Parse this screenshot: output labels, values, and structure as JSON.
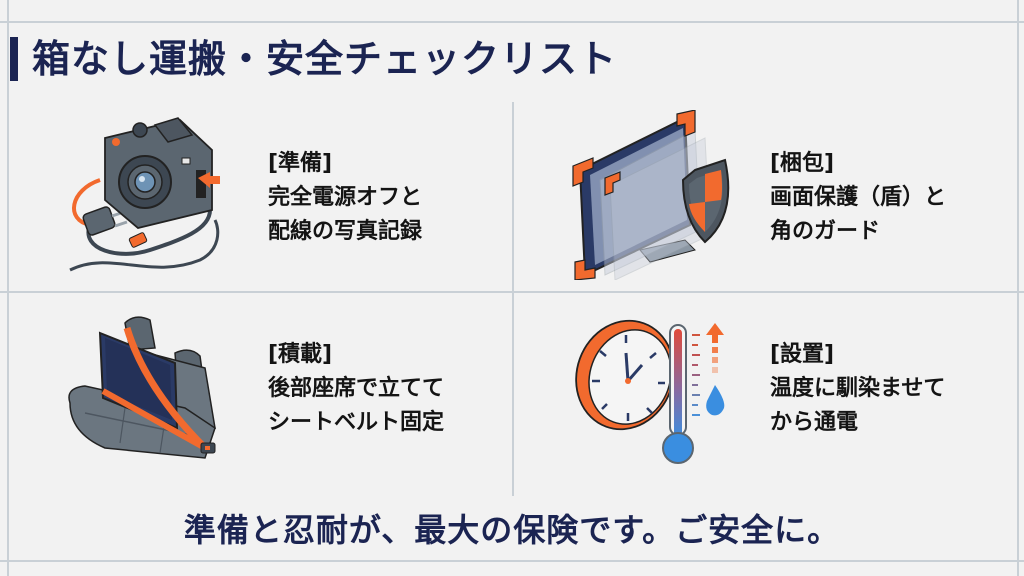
{
  "header": {
    "title": "箱なし運搬・安全チェックリスト"
  },
  "colors": {
    "navy": "#1b2452",
    "orange": "#f26a2e",
    "slate": "#5b6670",
    "grid": "#c9d0d6",
    "background": "#f2f2f2"
  },
  "cards": [
    {
      "tag": "[準備]",
      "line1": "完全電源オフと",
      "line2": "配線の写真記録",
      "icon": "camera-with-cables-icon"
    },
    {
      "tag": "[梱包]",
      "line1": "画面保護（盾）と",
      "line2": "角のガード",
      "icon": "monitor-shield-corner-guard-icon"
    },
    {
      "tag": "[積載]",
      "line1": "後部座席で立てて",
      "line2": "シートベルト固定",
      "icon": "car-seat-belted-monitor-icon"
    },
    {
      "tag": "[設置]",
      "line1": "温度に馴染ませて",
      "line2": "から通電",
      "icon": "clock-thermometer-icon"
    }
  ],
  "footer": {
    "text": "準備と忍耐が、最大の保険です。ご安全に。"
  }
}
